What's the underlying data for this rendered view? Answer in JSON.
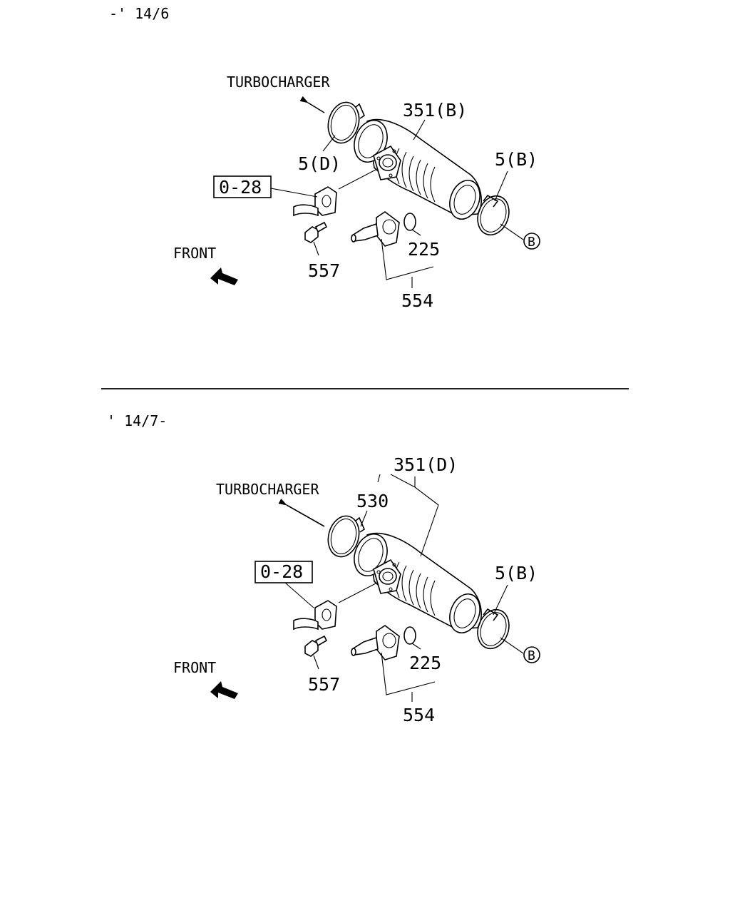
{
  "diagrams": [
    {
      "date_range": "-' 14/6",
      "direction_label": "TURBOCHARGER",
      "front_label": "FRONT",
      "callouts": {
        "duct": "351(B)",
        "clamp_turbo": "5(D)",
        "clamp_outlet": "5(B)",
        "ref_box": "0-28",
        "bolt": "557",
        "oring": "225",
        "assembly": "554",
        "circle_mark": "B"
      }
    },
    {
      "date_range": "' 14/7-",
      "direction_label": "TURBOCHARGER",
      "front_label": "FRONT",
      "callouts": {
        "duct": "351(D)",
        "clamp_turbo": "530",
        "clamp_outlet": "5(B)",
        "ref_box": "0-28",
        "bolt": "557",
        "oring": "225",
        "assembly": "554",
        "circle_mark": "B"
      }
    }
  ]
}
